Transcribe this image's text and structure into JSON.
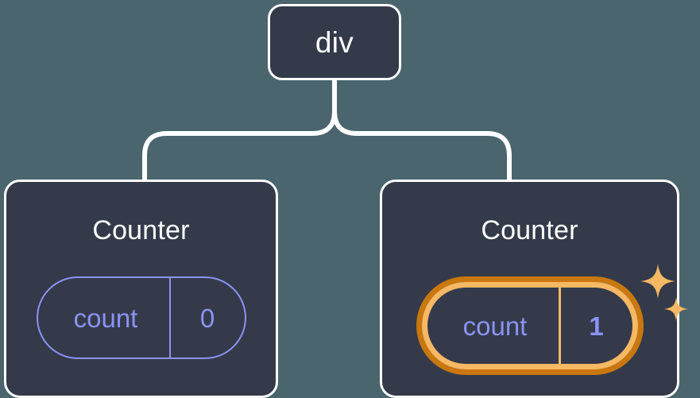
{
  "diagram": {
    "title": "React component tree with highlighted state update",
    "background_color": "#4a656e",
    "node_fill_color": "#343a4a",
    "node_border_color": "#ffffff",
    "state_color": "#8b93f5",
    "highlight_outer_color": "#c9770f",
    "highlight_inner_color": "#f7b864",
    "connector_color": "#ffffff"
  },
  "root": {
    "label": "div"
  },
  "children": [
    {
      "title": "Counter",
      "state": {
        "key": "count",
        "value": "0"
      },
      "highlighted": false,
      "sparkles": false
    },
    {
      "title": "Counter",
      "state": {
        "key": "count",
        "value": "1"
      },
      "highlighted": true,
      "sparkles": true,
      "sparkle_icons": [
        "sparkle-large",
        "sparkle-small"
      ]
    }
  ]
}
